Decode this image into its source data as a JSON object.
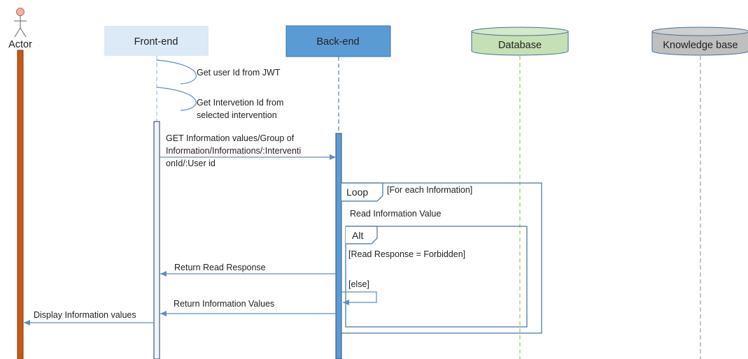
{
  "participants": {
    "actor": "Actor",
    "frontend": "Front-end",
    "backend": "Back-end",
    "database": "Database",
    "knowledge_base": "Knowledge base"
  },
  "messages": {
    "get_user_id": "Get user Id from JWT",
    "get_intervention_id_line1": "Get Intervetion Id from",
    "get_intervention_id_line2": "selected intervention",
    "get_info_line1": "GET Information values/Group of",
    "get_info_line2": "Information/Informations/:Interventi",
    "get_info_line3": "onId/:User id",
    "read_info_value": "Read Information Value",
    "return_read_response": "Return Read Response",
    "return_info_values": "Return Information Values",
    "display_info_values": "Display Information values"
  },
  "frames": {
    "loop_tag": "Loop",
    "loop_guard": "[For each Information]",
    "alt_tag": "Alt",
    "alt_guard_forbidden": "[Read Response = Forbidden]",
    "alt_guard_else": "[else]"
  },
  "colors": {
    "frontend_fill": "#dce9f6",
    "backend_fill": "#5b9bd5",
    "database_fill": "#c5e0b4",
    "knowledge_base_fill": "#bfbfbf",
    "actor_bar": "#c55a11",
    "arrow": "#5b8fc7"
  }
}
